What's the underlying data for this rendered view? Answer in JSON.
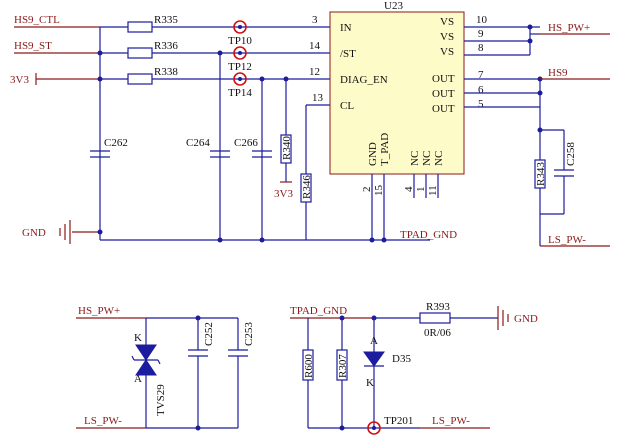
{
  "nets": {
    "hs9_ctl": "HS9_CTL",
    "hs9_st": "HS9_ST",
    "v3v3": "3V3",
    "v3v3_r340": "3V3",
    "gnd_left": "GND",
    "hs_pw_plus": "HS_PW+",
    "hs9_out": "HS9",
    "tpad_gnd": "TPAD_GND",
    "ls_pw_minus": "LS_PW-",
    "hs_pw_plus_b": "HS_PW+",
    "ls_pw_minus_b": "LS_PW-",
    "tpad_gnd_b": "TPAD_GND",
    "ls_pw_minus_c": "LS_PW-",
    "gnd_right": "GND"
  },
  "ic": {
    "ref": "U23",
    "pins_left": [
      {
        "num": "3",
        "name": "IN"
      },
      {
        "num": "14",
        "name": "/ST"
      },
      {
        "num": "12",
        "name": "DIAG_EN"
      },
      {
        "num": "13",
        "name": "CL"
      }
    ],
    "pins_right": [
      {
        "num": "10",
        "name": "VS"
      },
      {
        "num": "9",
        "name": "VS"
      },
      {
        "num": "8",
        "name": "VS"
      },
      {
        "num": "7",
        "name": "OUT"
      },
      {
        "num": "6",
        "name": "OUT"
      },
      {
        "num": "5",
        "name": "OUT"
      }
    ],
    "pins_bottom": [
      {
        "num": "2",
        "name": "GND"
      },
      {
        "num": "15",
        "name": "T_PAD"
      },
      {
        "num": "4",
        "name": "NC"
      },
      {
        "num": "1",
        "name": "NC"
      },
      {
        "num": "11",
        "name": "NC"
      }
    ]
  },
  "refs": {
    "r335": "R335",
    "r336": "R336",
    "r338": "R338",
    "r340": "R340",
    "r346": "R346",
    "r343": "R343",
    "r393": "R393",
    "r393_value": "0R/06",
    "r600": "R600",
    "r307": "R307",
    "c262": "C262",
    "c264": "C264",
    "c266": "C266",
    "c258": "C258",
    "c252": "C252",
    "c253": "C253",
    "tvs29": "TVS29",
    "d35": "D35",
    "tp10": "TP10",
    "tp12": "TP12",
    "tp14": "TP14",
    "tp201": "TP201"
  },
  "diode_pins": {
    "tvs_k": "K",
    "tvs_a": "A",
    "d35_a": "A",
    "d35_k": "K"
  }
}
